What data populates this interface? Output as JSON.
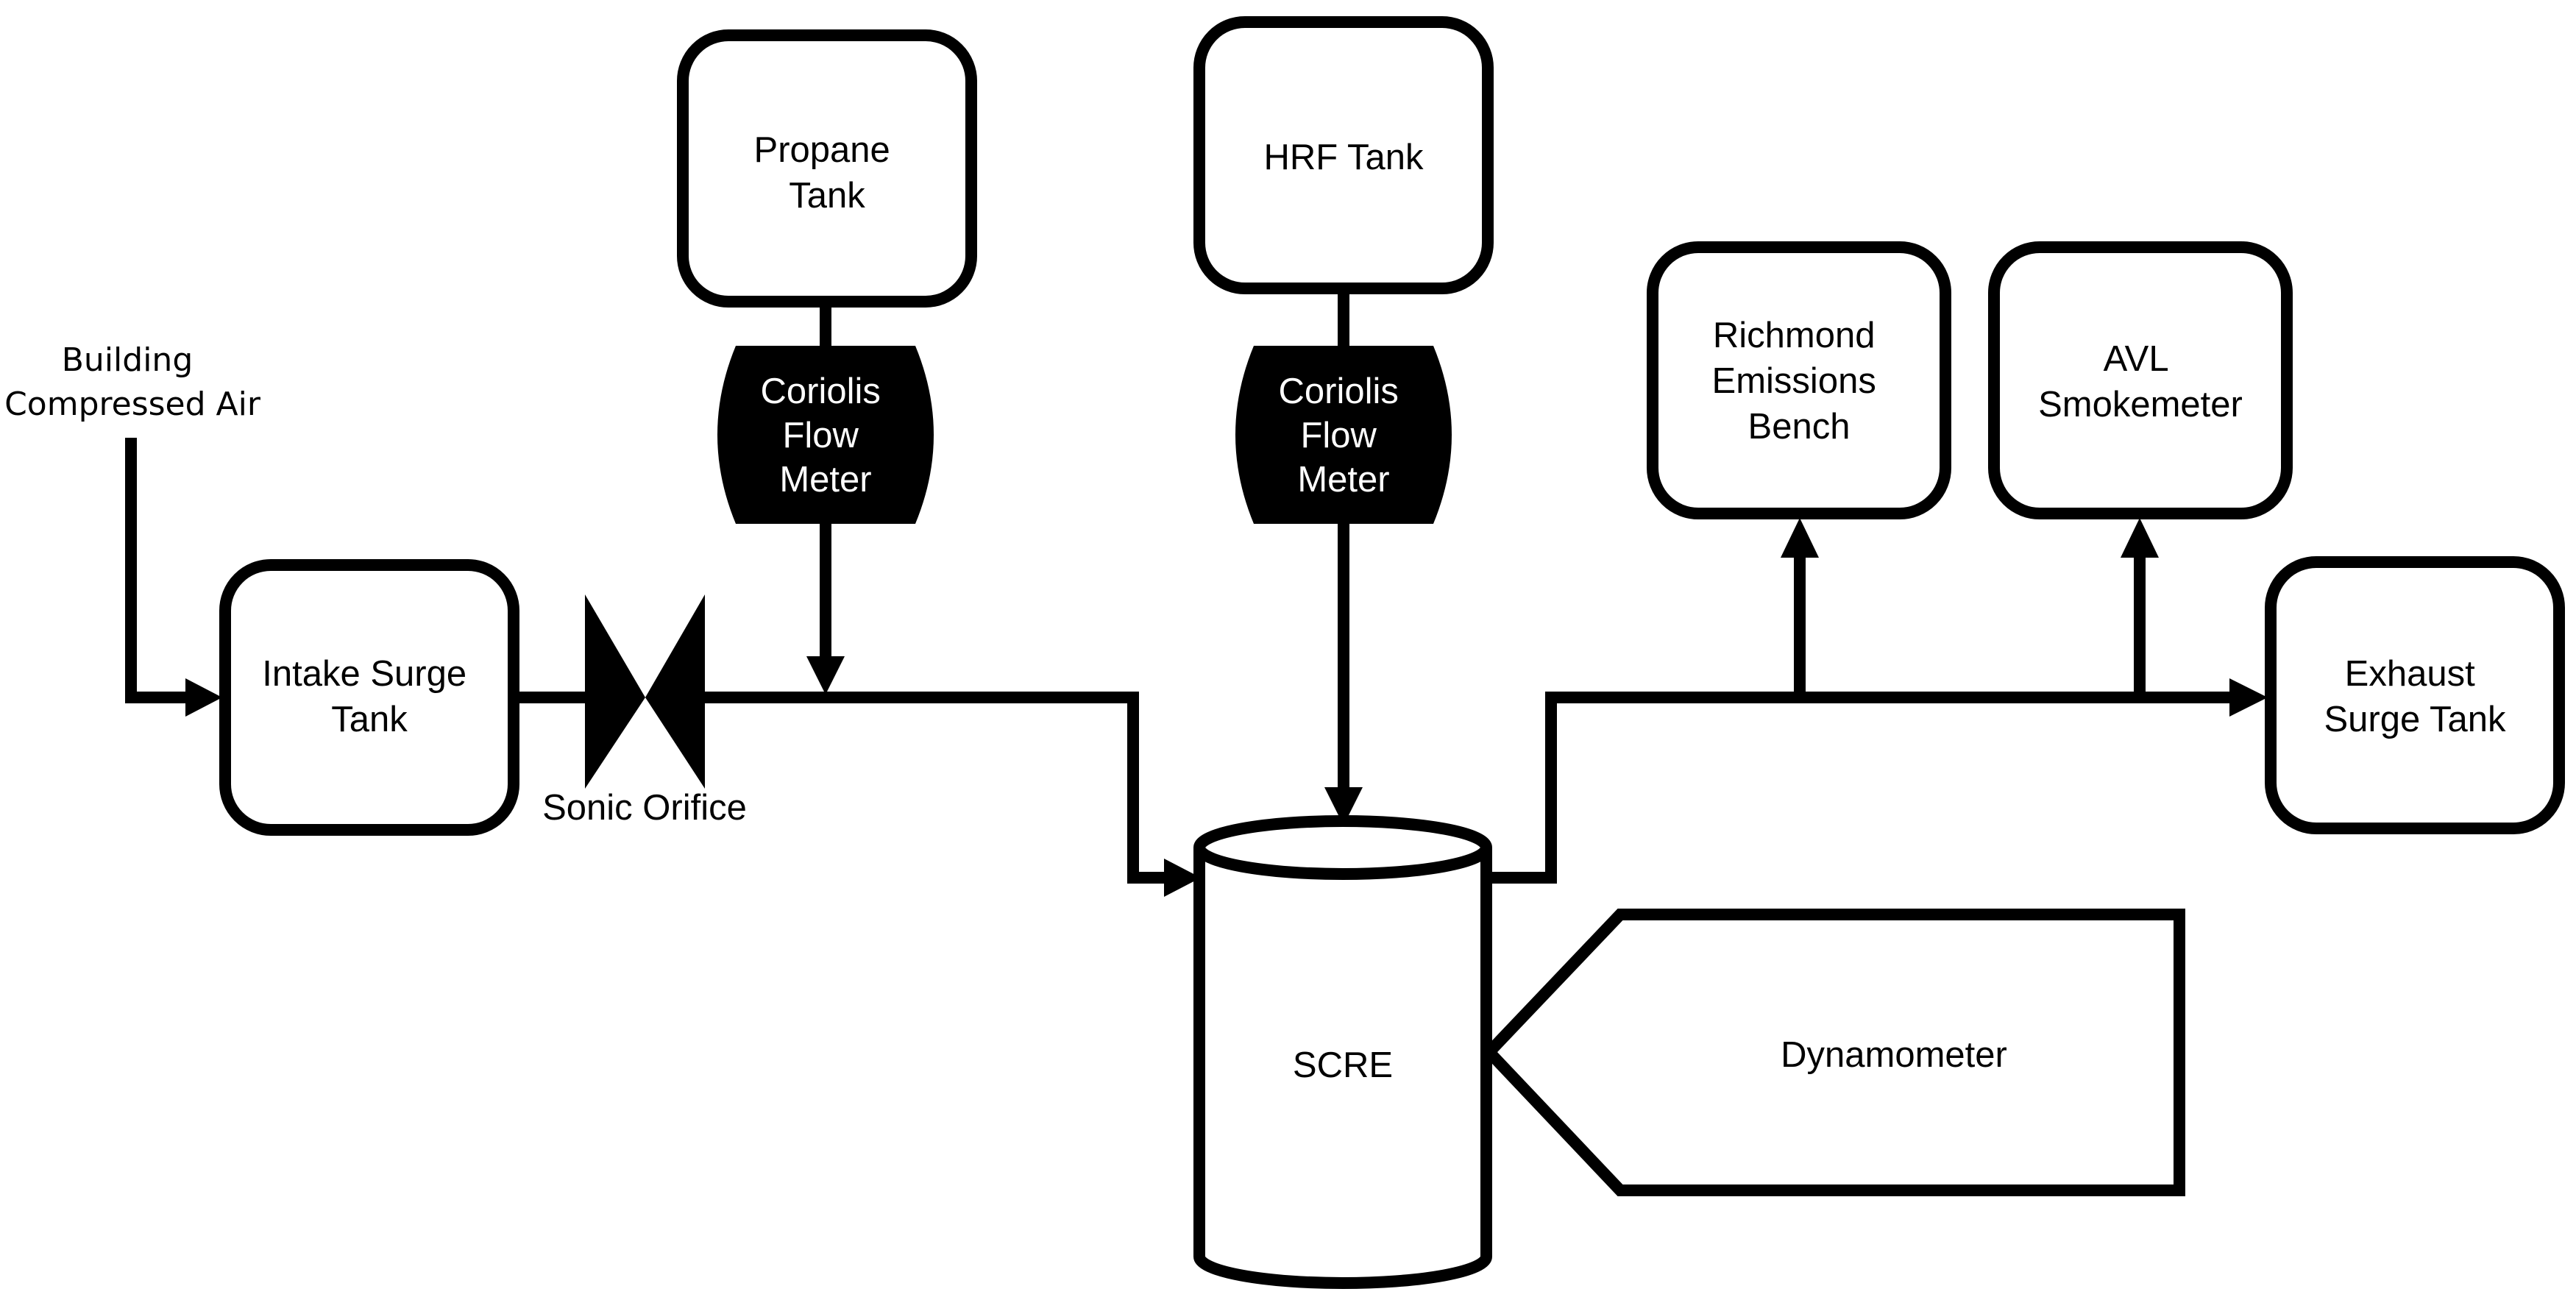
{
  "nodes": {
    "building_air": {
      "lines": [
        "Building",
        "Compressed Air"
      ]
    },
    "intake_surge_tank": {
      "lines": [
        "Intake Surge",
        "Tank"
      ]
    },
    "sonic_orifice": {
      "lines": [
        "Sonic Orifice"
      ]
    },
    "propane_tank": {
      "lines": [
        "Propane",
        "Tank"
      ]
    },
    "propane_meter": {
      "lines": [
        "Coriolis",
        "Flow",
        "Meter"
      ]
    },
    "hrf_tank": {
      "lines": [
        "HRF Tank"
      ]
    },
    "hrf_meter": {
      "lines": [
        "Coriolis",
        "Flow",
        "Meter"
      ]
    },
    "scre": {
      "lines": [
        "SCRE"
      ]
    },
    "dynamometer": {
      "lines": [
        "Dynamometer"
      ]
    },
    "richmond_bench": {
      "lines": [
        "Richmond",
        "Emissions",
        "Bench"
      ]
    },
    "avl_smokemeter": {
      "lines": [
        "AVL",
        "Smokemeter"
      ]
    },
    "exhaust_surge_tank": {
      "lines": [
        "Exhaust",
        "Surge Tank"
      ]
    }
  },
  "edges": [
    {
      "from": "building_air",
      "to": "intake_surge_tank"
    },
    {
      "from": "intake_surge_tank",
      "to": "sonic_orifice"
    },
    {
      "from": "sonic_orifice",
      "to": "scre"
    },
    {
      "from": "propane_tank",
      "to": "propane_meter"
    },
    {
      "from": "propane_meter",
      "to": "sonic_orifice-scre-line"
    },
    {
      "from": "hrf_tank",
      "to": "hrf_meter"
    },
    {
      "from": "hrf_meter",
      "to": "scre"
    },
    {
      "from": "scre",
      "to": "exhaust_surge_tank"
    },
    {
      "from": "exhaust-line",
      "to": "richmond_bench"
    },
    {
      "from": "exhaust-line",
      "to": "avl_smokemeter"
    },
    {
      "from": "dynamometer",
      "to": "scre"
    }
  ]
}
